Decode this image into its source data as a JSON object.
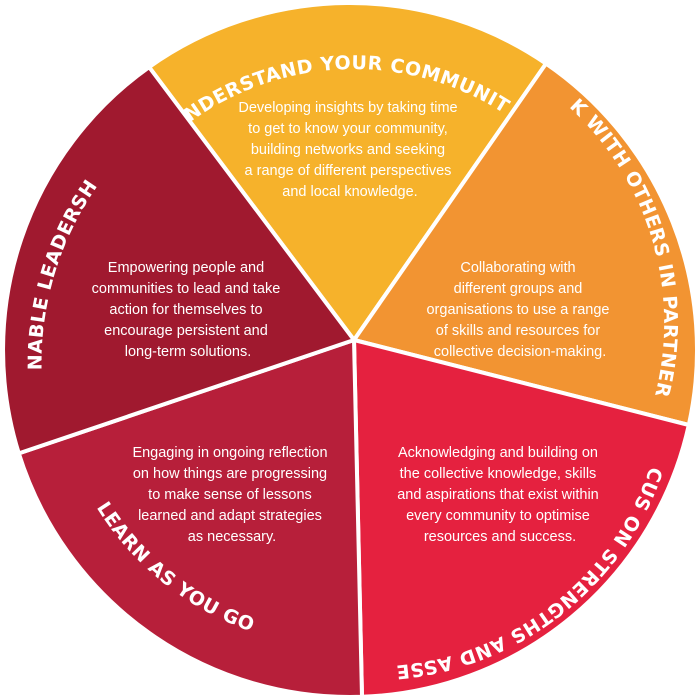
{
  "segments": [
    {
      "title": "UNDERSTAND YOUR COMMUNITY",
      "color": "#F6B22B",
      "lines": [
        "Developing insights by taking time",
        "to get to know your community,",
        "building networks and seeking",
        "a range of different perspectives",
        "and local knowledge."
      ]
    },
    {
      "title": "WORK WITH OTHERS IN PARTNERSHIP",
      "color": "#F29432",
      "lines": [
        "Collaborating with",
        "different groups and",
        "organisations to use a range",
        "of skills and resources for",
        "collective decision-making."
      ]
    },
    {
      "title": "FOCUS ON STRENGTHS AND ASSETS",
      "color": "#E5213F",
      "lines": [
        "Acknowledging and building on",
        "the collective knowledge, skills",
        "and aspirations that exist within",
        "every community to optimise",
        "resources and success."
      ]
    },
    {
      "title": "LEARN AS YOU GO",
      "color": "#B71F3A",
      "lines": [
        "Engaging in ongoing reflection",
        "on how things are progressing",
        "to make sense of lessons",
        "learned and adapt strategies",
        "as necessary."
      ]
    },
    {
      "title": "ENABLE LEADERSHIP",
      "color": "#A0192F",
      "lines": [
        "Empowering people and",
        "communities to lead and take",
        "action for themselves to",
        "encourage persistent and",
        "long-term solutions."
      ]
    }
  ]
}
